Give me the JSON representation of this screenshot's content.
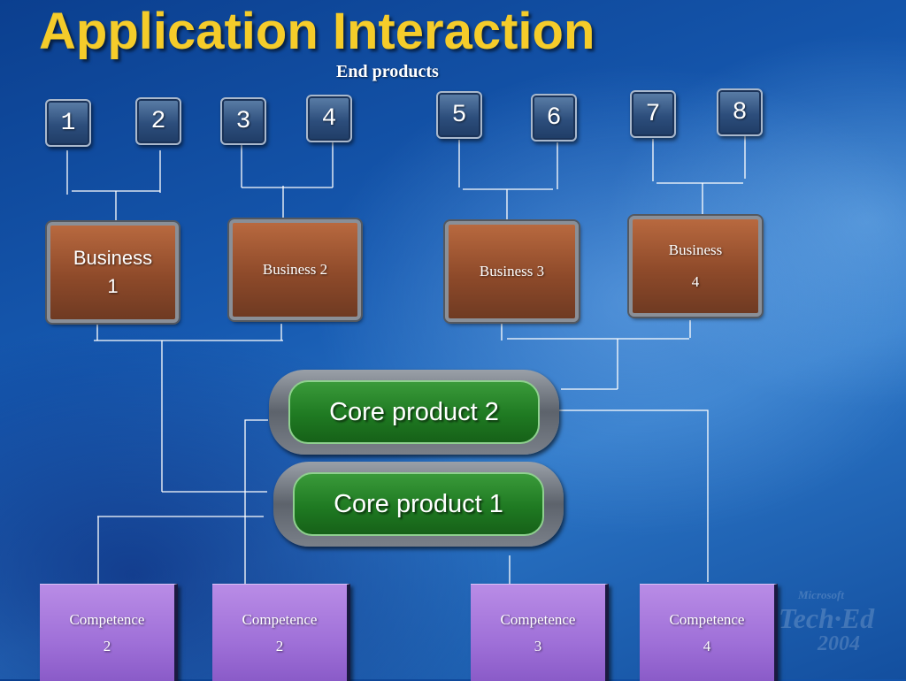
{
  "title": "Application Interaction",
  "subtitle": "End products",
  "end_products": [
    "1",
    "2",
    "3",
    "4",
    "5",
    "6",
    "7",
    "8"
  ],
  "businesses": [
    {
      "line1": "Business",
      "line2": "1"
    },
    {
      "line1": "Business 2"
    },
    {
      "line1": "Business 3"
    },
    {
      "line1": "Business",
      "line2": "4"
    }
  ],
  "core_products": [
    "Core product 2",
    "Core product 1"
  ],
  "competences": [
    {
      "line1": "Competence",
      "line2": "2"
    },
    {
      "line1": "Competence",
      "line2": "2"
    },
    {
      "line1": "Competence",
      "line2": "3"
    },
    {
      "line1": "Competence",
      "line2": "4"
    }
  ],
  "watermark": {
    "brand": "Microsoft",
    "event": "Tech·Ed",
    "year": "2004"
  },
  "colors": {
    "title": "#f5cc2a",
    "end_product": "#2d4e7c",
    "business": "#8e4a2a",
    "core_product": "#1f7a22",
    "competence": "#9f70d8",
    "connector": "#ffffff"
  }
}
